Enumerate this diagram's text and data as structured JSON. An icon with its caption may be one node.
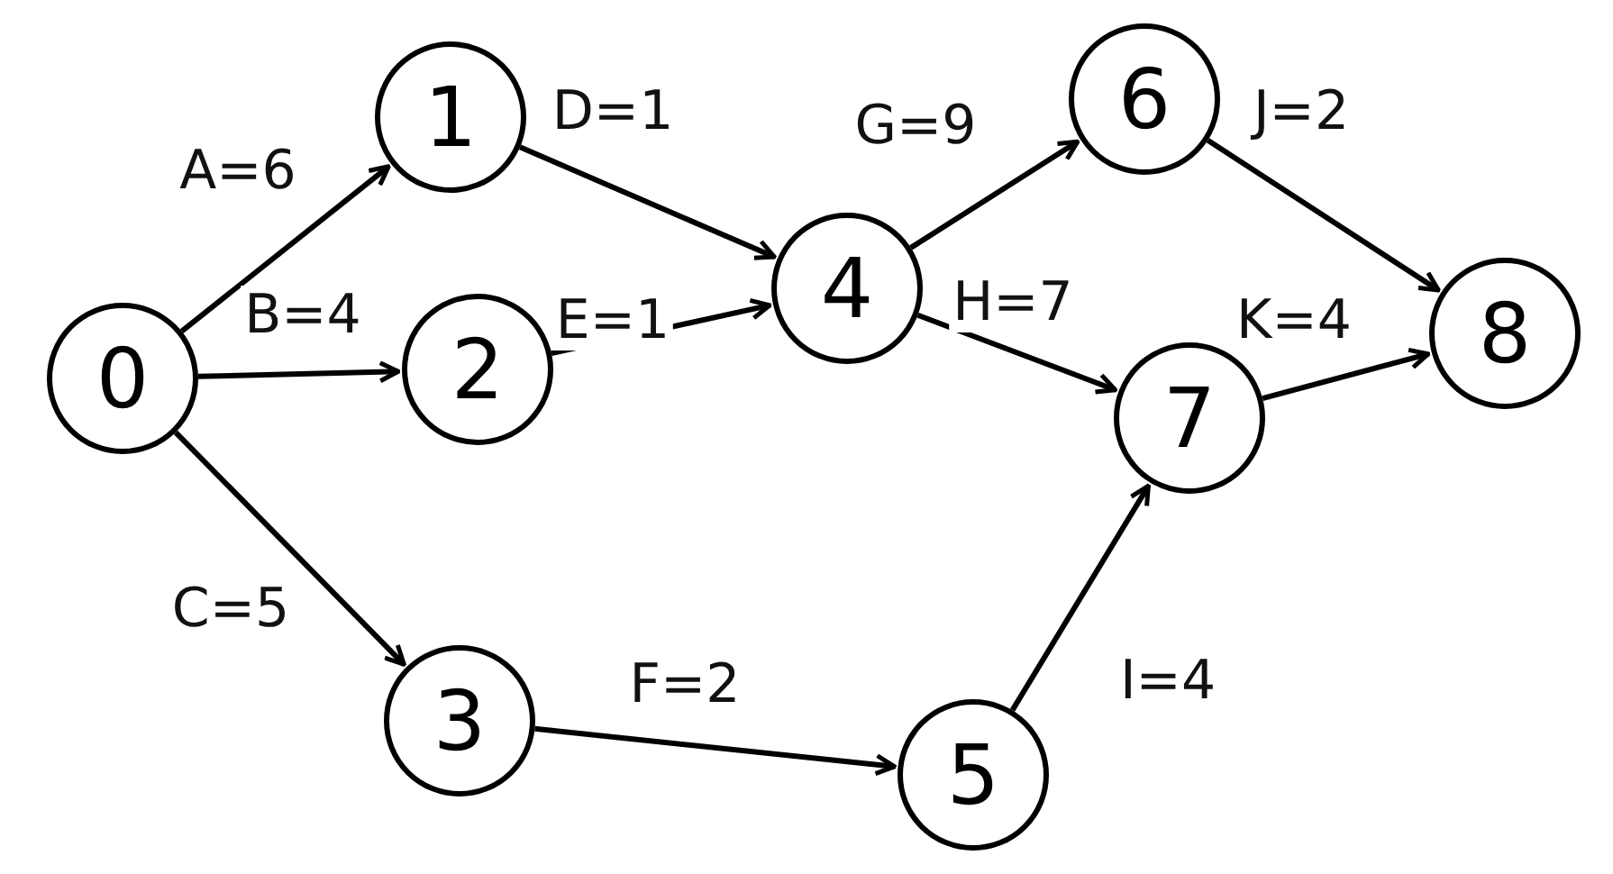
{
  "diagram": {
    "nodes": [
      {
        "text": [
          "0"
        ]
      },
      {
        "text": [
          "1"
        ]
      },
      {
        "text": [
          "2"
        ]
      },
      {
        "text": [
          "3"
        ]
      },
      {
        "text": [
          "4"
        ]
      },
      {
        "text": [
          "5"
        ]
      },
      {
        "text": [
          "6"
        ]
      },
      {
        "text": [
          "7"
        ]
      },
      {
        "text": [
          "8"
        ]
      }
    ],
    "edges": [
      {
        "from": 0,
        "to": 1,
        "arrow": "to",
        "label": "A=6"
      },
      {
        "from": 0,
        "to": 2,
        "arrow": "to",
        "label": "B=4"
      },
      {
        "from": 0,
        "to": 3,
        "arrow": "to",
        "label": "C=5"
      },
      {
        "from": 1,
        "to": 4,
        "arrow": "to",
        "label": "D=1"
      },
      {
        "from": 2,
        "to": 4,
        "arrow": "to",
        "label": "E=1"
      },
      {
        "from": 3,
        "to": 5,
        "arrow": "to",
        "label": "F=2"
      },
      {
        "from": 4,
        "to": 6,
        "arrow": "to",
        "label": "G=9"
      },
      {
        "from": 4,
        "to": 7,
        "arrow": "to",
        "label": "H=7"
      },
      {
        "from": 5,
        "to": 7,
        "arrow": "to",
        "label": "I=4"
      },
      {
        "from": 6,
        "to": 8,
        "arrow": "to",
        "label": "J=2"
      },
      {
        "from": 7,
        "to": 8,
        "arrow": "to",
        "label": "K=4"
      }
    ]
  }
}
